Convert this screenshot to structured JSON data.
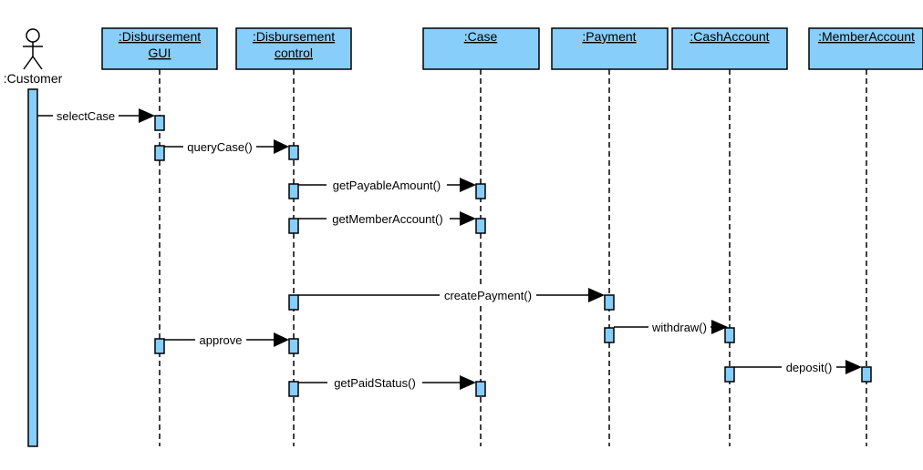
{
  "colors": {
    "box_fill": "#87cefa",
    "line": "#000000",
    "background": "#ffffff"
  },
  "actor": {
    "label": ":Customer",
    "icon": "stick-figure-icon"
  },
  "objects": [
    {
      "id": "gui",
      "lines": [
        ":Disbursement",
        "GUI"
      ]
    },
    {
      "id": "control",
      "lines": [
        ":Disbursement",
        "control"
      ]
    },
    {
      "id": "case",
      "lines": [
        ":Case"
      ]
    },
    {
      "id": "payment",
      "lines": [
        ":Payment"
      ]
    },
    {
      "id": "cash",
      "lines": [
        ":CashAccount"
      ]
    },
    {
      "id": "member",
      "lines": [
        ":MemberAccount"
      ]
    }
  ],
  "messages": [
    {
      "from": "customer",
      "to": "gui",
      "label": "selectCase"
    },
    {
      "from": "gui",
      "to": "control",
      "label": "queryCase()"
    },
    {
      "from": "control",
      "to": "case",
      "label": "getPayableAmount()"
    },
    {
      "from": "control",
      "to": "case",
      "label": "getMemberAccount()"
    },
    {
      "from": "control",
      "to": "payment",
      "label": "createPayment()"
    },
    {
      "from": "payment",
      "to": "cash",
      "label": "withdraw()"
    },
    {
      "from": "gui",
      "to": "control",
      "label": "approve"
    },
    {
      "from": "cash",
      "to": "member",
      "label": "deposit()"
    },
    {
      "from": "control",
      "to": "case",
      "label": "getPaidStatus()"
    }
  ]
}
